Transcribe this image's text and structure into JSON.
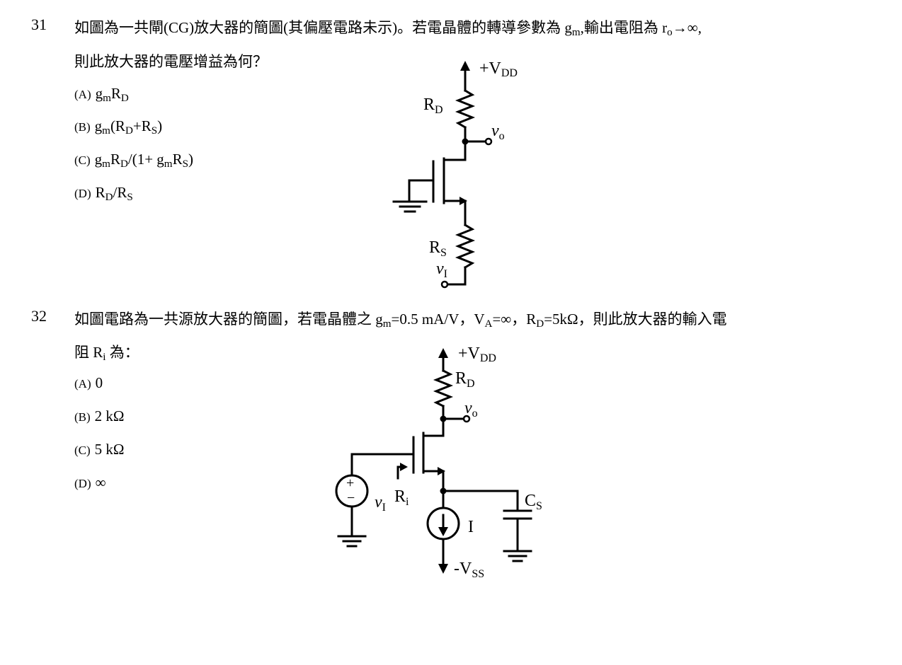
{
  "q31": {
    "number": "31",
    "line1_a": "如圖為一共閘(CG)放大器的簡圖(其偏壓電路未示)。若電晶體的轉導參數為 g",
    "line1_sub_m": "m",
    "line1_b": ",輸出電阻為 r",
    "line1_sub_o": "o",
    "line1_c": "→∞,",
    "line2": "則此放大器的電壓增益為何？",
    "options": [
      {
        "label": "(A)",
        "text": "gmRD"
      },
      {
        "label": "(B)",
        "text": "gm(RD+RS)"
      },
      {
        "label": "(C)",
        "text": "gmRD/(1+ gmRS)"
      },
      {
        "label": "(D)",
        "text": "RD/RS"
      }
    ],
    "circuit": {
      "supply": "+V",
      "supply_sub": "DD",
      "rd": "R",
      "rd_sub": "D",
      "vo": "v",
      "vo_sub": "o",
      "rs": "R",
      "rs_sub": "S",
      "vi": "v",
      "vi_sub": "I"
    }
  },
  "q32": {
    "number": "32",
    "line1_a": "如圖電路為一共源放大器的簡圖，若電晶體之 g",
    "line1_sub_m": "m",
    "line1_b": "=0.5 mA/V，V",
    "line1_sub_a": "A",
    "line1_c": "=∞，R",
    "line1_sub_d": "D",
    "line1_d": "=5kΩ，則此放大器的輸入電",
    "line2_a": "阻 R",
    "line2_sub_i": "i",
    "line2_b": " 為：",
    "options": [
      {
        "label": "(A)",
        "text": "0"
      },
      {
        "label": "(B)",
        "text": "2 kΩ"
      },
      {
        "label": "(C)",
        "text": "5 kΩ"
      },
      {
        "label": "(D)",
        "text": "∞"
      }
    ],
    "circuit": {
      "supply": "+V",
      "supply_sub": "DD",
      "rd": "R",
      "rd_sub": "D",
      "vo": "v",
      "vo_sub": "o",
      "ri": "R",
      "ri_sub": "i",
      "vi": "v",
      "vi_sub": "I",
      "plus": "+",
      "minus": "−",
      "cs": "C",
      "cs_sub": "S",
      "current": "I",
      "neg_supply": "-V",
      "neg_supply_sub": "SS"
    }
  }
}
